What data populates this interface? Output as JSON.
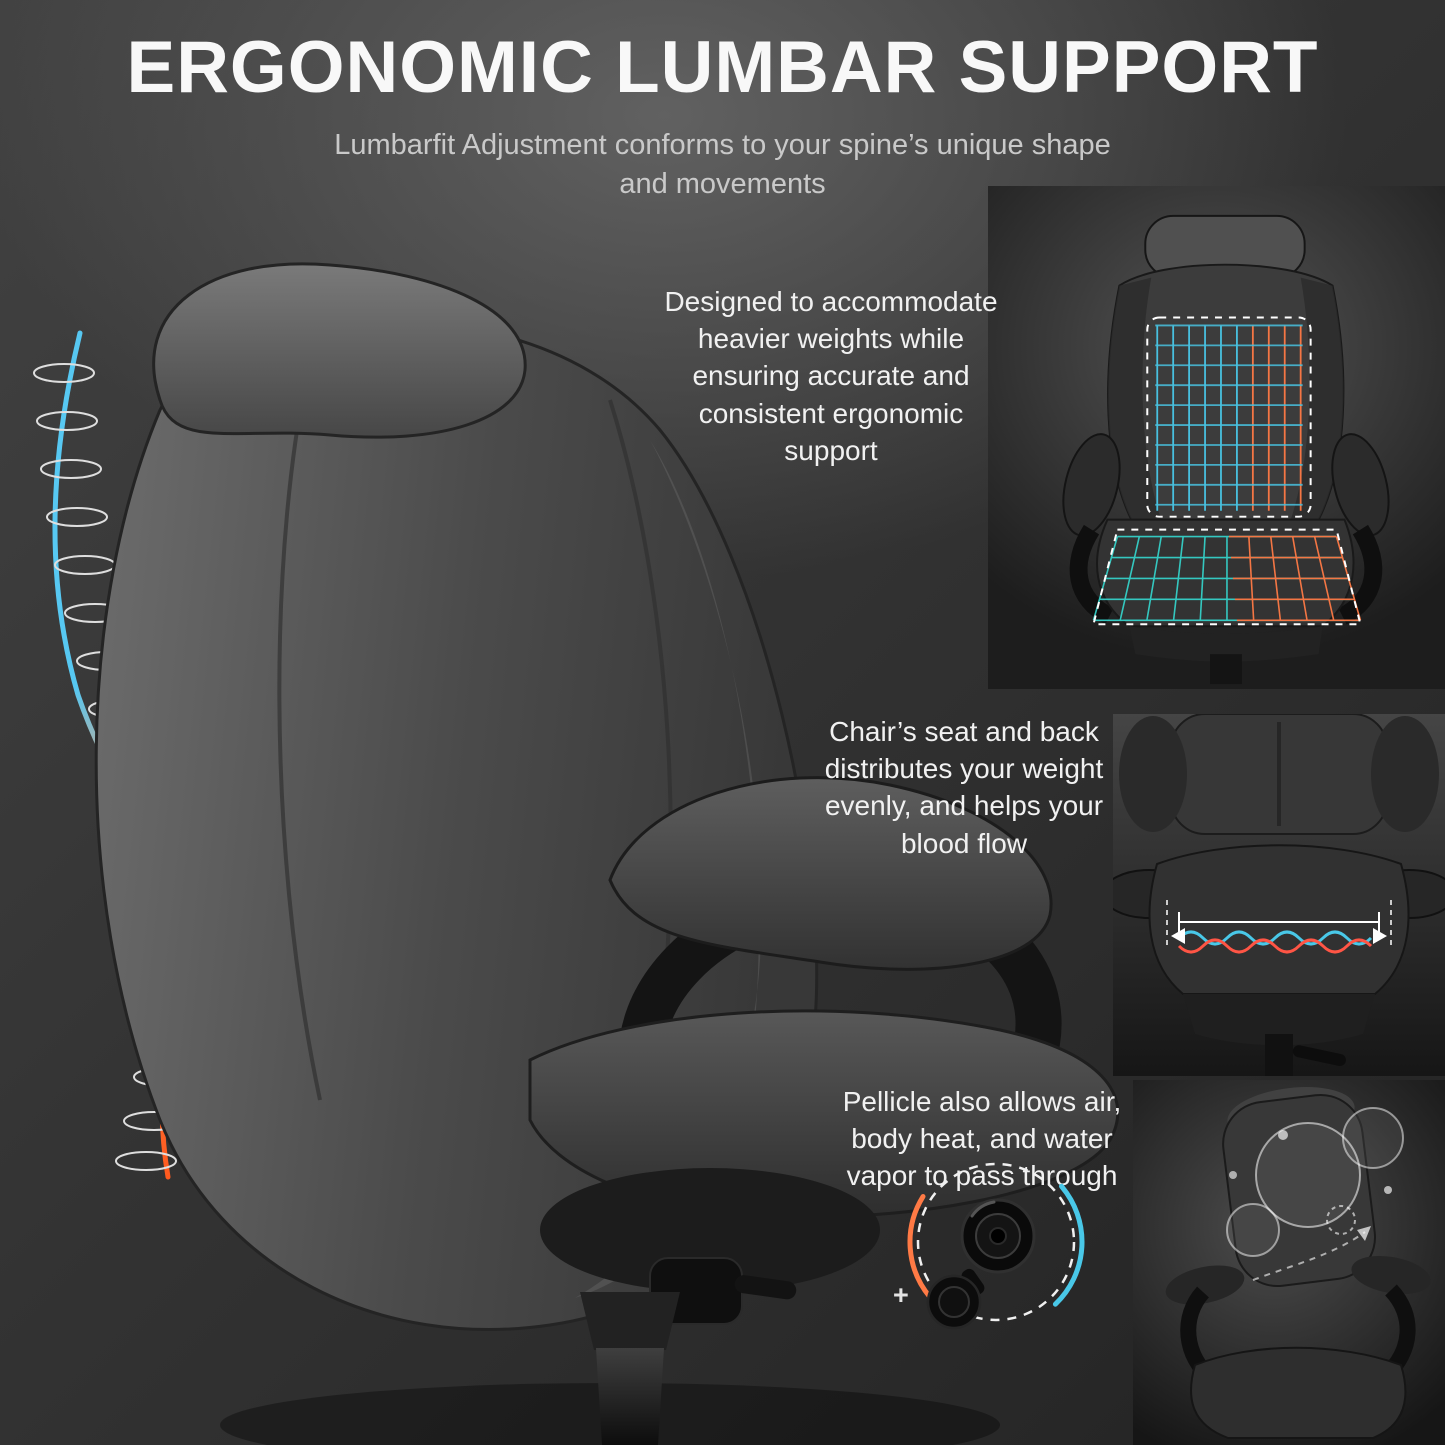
{
  "header": {
    "title": "ERGONOMIC LUMBAR SUPPORT",
    "subtitle": "Lumbarfit Adjustment conforms to your spine’s unique shape and movements"
  },
  "annotations": {
    "heavier_weights": "Designed to accommodate heavier weights while ensuring accurate and consistent ergonomic support",
    "weight_distribution": "Chair’s seat and back distributes your weight evenly, and helps your blood flow",
    "pellicle": "Pellicle also allows air, body heat, and water vapor to pass through"
  },
  "markers": {
    "plus": "+"
  },
  "figures": {
    "main": "office-chair-rear-three-quarter-view",
    "spine": "spine-curve-with-discs",
    "inset_top": "chair-front-view-lumbar-grid-overlay",
    "inset_middle": "chair-seat-weight-distribution-waves",
    "inset_bottom": "chair-air-circulation-bubbles",
    "callout": "pellicle-port-detail"
  },
  "colors": {
    "accent_blue": "#49c8e8",
    "accent_teal": "#35d0c8",
    "accent_orange": "#ff7a45",
    "spine_orange": "#ff5a1e",
    "background_dark": "#232323",
    "text_light": "#f1f1f1"
  }
}
